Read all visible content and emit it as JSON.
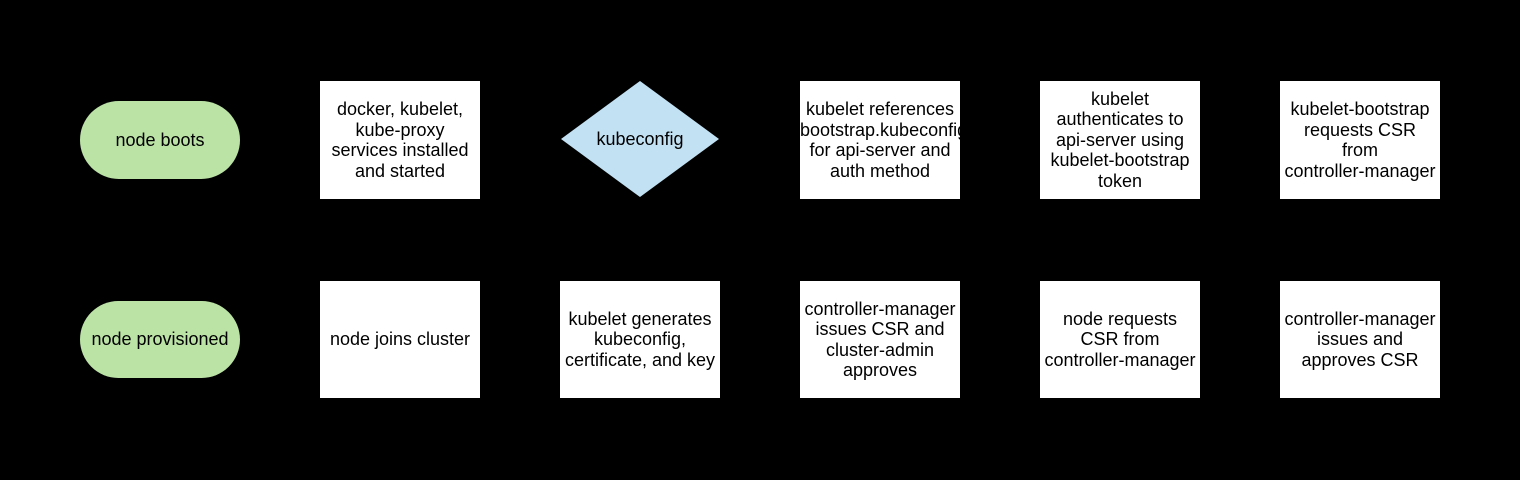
{
  "background": "#000000",
  "colors": {
    "terminator_fill": "#bce3a6",
    "decision_fill": "#c2e2f4",
    "process_fill": "#ffffff",
    "text": "#000000"
  },
  "nodes": [
    {
      "id": "node-boots",
      "shape": "terminator",
      "label": "node boots"
    },
    {
      "id": "services-installed",
      "shape": "process",
      "label": "docker, kubelet,\nkube-proxy\nservices installed\nand started"
    },
    {
      "id": "kubeconfig",
      "shape": "decision",
      "label": "kubeconfig"
    },
    {
      "id": "kubelet-references-bootstrap",
      "shape": "process",
      "label": "kubelet references\nbootstrap.kubeconfig\nfor api-server and\nauth method"
    },
    {
      "id": "kubelet-authenticates",
      "shape": "process",
      "label": "kubelet\nauthenticates to\napi-server using\nkubelet-bootstrap\ntoken"
    },
    {
      "id": "kubelet-bootstrap-requests-csr",
      "shape": "process",
      "label": "kubelet-bootstrap\nrequests CSR\nfrom\ncontroller-manager"
    },
    {
      "id": "node-provisioned",
      "shape": "terminator",
      "label": "node provisioned"
    },
    {
      "id": "node-joins-cluster",
      "shape": "process",
      "label": "node joins cluster"
    },
    {
      "id": "kubelet-generates-kubeconfig",
      "shape": "process",
      "label": "kubelet generates\nkubeconfig,\ncertificate, and key"
    },
    {
      "id": "controller-manager-issues-csr",
      "shape": "process",
      "label": "controller-manager\nissues CSR and\ncluster-admin\napproves"
    },
    {
      "id": "node-requests-csr",
      "shape": "process",
      "label": "node requests\nCSR from\ncontroller-manager"
    },
    {
      "id": "controller-manager-approves",
      "shape": "process",
      "label": "controller-manager\nissues and\napproves CSR"
    }
  ]
}
